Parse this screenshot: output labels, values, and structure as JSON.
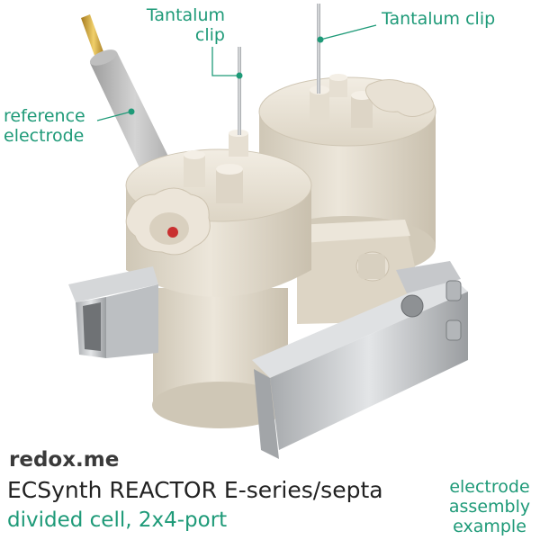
{
  "colors": {
    "accent": "#1e9a78",
    "body": "#e6dfd1",
    "metal": "#c9cbcd",
    "text_dark": "#222222"
  },
  "labels": {
    "clip_left_line1": "Tantalum",
    "clip_left_line2": "clip",
    "clip_right": "Tantalum clip",
    "reference_line1": "reference",
    "reference_line2": "electrode",
    "example_line1": "electrode",
    "example_line2": "assembly",
    "example_line3": "example"
  },
  "brand": "redox.me",
  "title": "ECSynth REACTOR E-series/septa",
  "subtitle": "divided cell, 2x4-port"
}
